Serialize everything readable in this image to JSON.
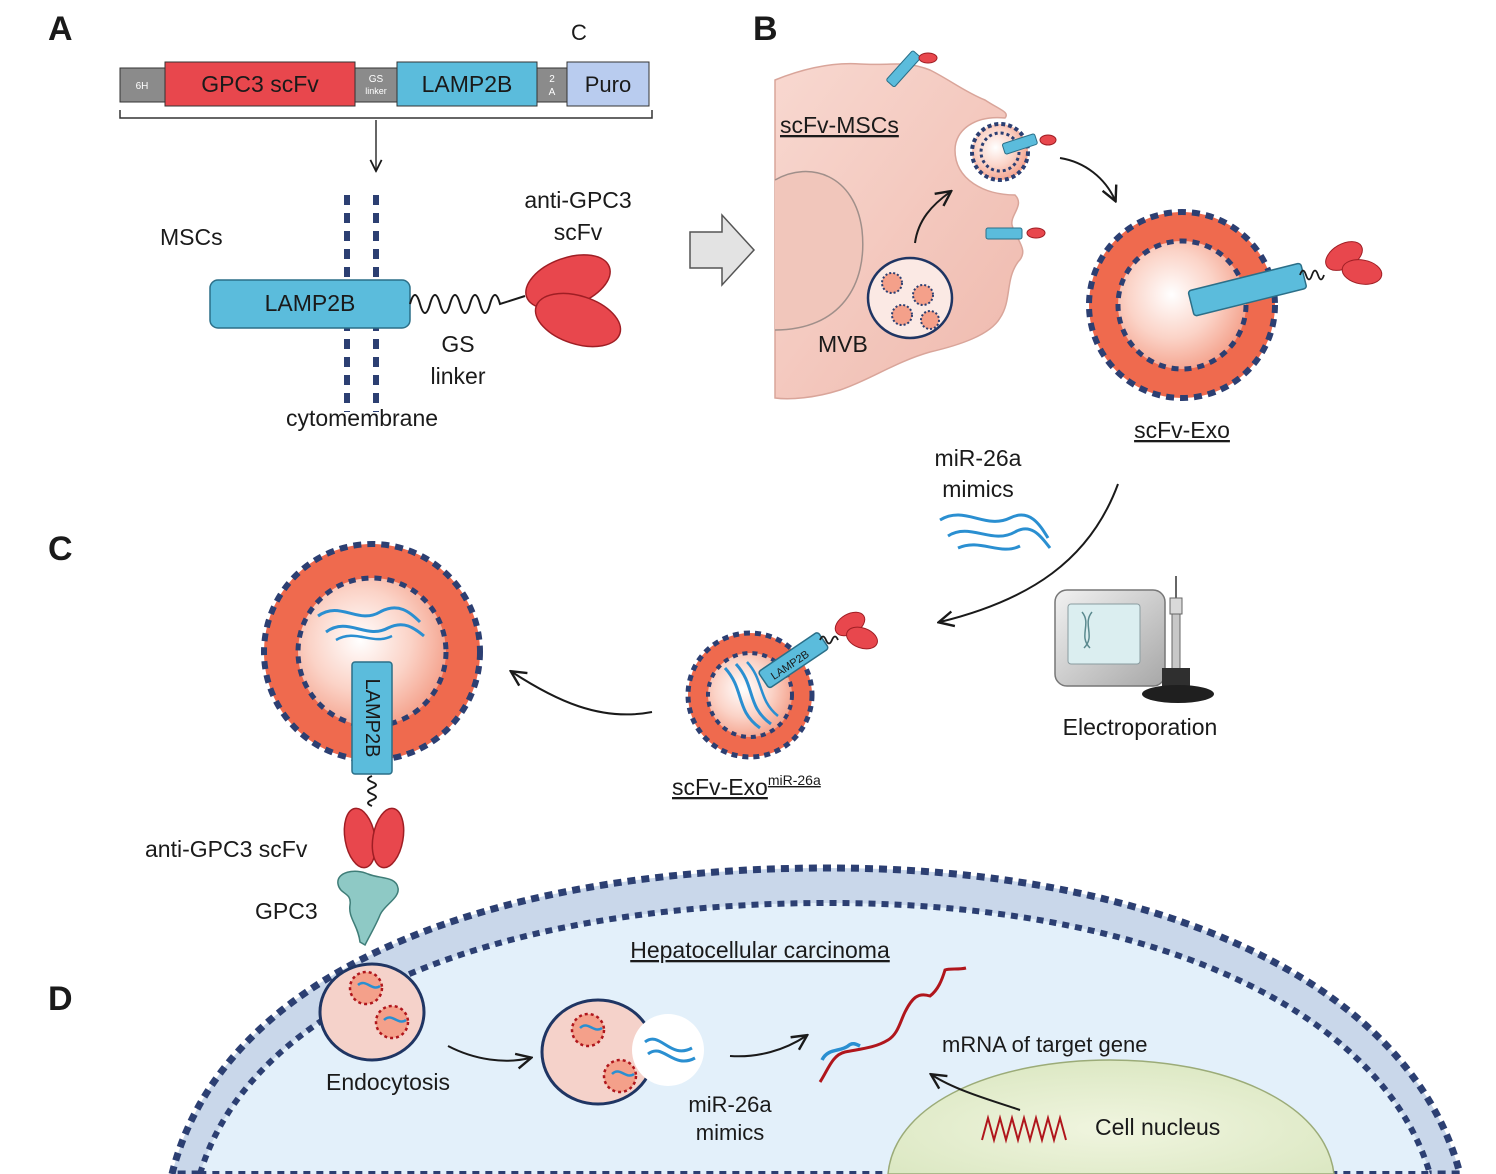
{
  "panels": {
    "a": "A",
    "b": "B",
    "c": "C",
    "d": "D"
  },
  "construct": {
    "tag_6h": "6H",
    "gpc3_scfv": "GPC3 scFv",
    "gs_linker_1": "GS",
    "gs_linker_2": "linker",
    "lamp2b": "LAMP2B",
    "t2a_1": "2",
    "t2a_2": "A",
    "puro": "Puro",
    "c_terminal": "C"
  },
  "panel_a": {
    "mscs": "MSCs",
    "lamp2b": "LAMP2B",
    "anti_gpc3_1": "anti-GPC3",
    "anti_gpc3_2": "scFv",
    "gs_1": "GS",
    "gs_2": "linker",
    "cytomembrane": "cytomembrane"
  },
  "panel_b": {
    "scfv_mscs": "scFv-MSCs",
    "mvb": "MVB",
    "scfv_exo": "scFv-Exo",
    "mir_1": "miR-26a",
    "mir_2": "mimics",
    "electroporation": "Electroporation"
  },
  "panel_c": {
    "lamp2b_small": "LAMP2B",
    "exo_mir": "scFv-Exo",
    "exo_mir_sup": "miR-26a",
    "lamp2b_vertical": "LAMP2B",
    "anti_gpc3_scfv": "anti-GPC3 scFv",
    "gpc3": "GPC3"
  },
  "panel_d": {
    "hcc": "Hepatocellular carcinoma",
    "endocytosis": "Endocytosis",
    "mir_1": "miR-26a",
    "mir_2": "mimics",
    "mrna": "mRNA of target gene",
    "nucleus": "Cell nucleus"
  },
  "colors": {
    "scfv_red": "#e8474d",
    "lamp2b_blue": "#5bbcdc",
    "exo_orange": "#ef6a4e",
    "membrane_navy": "#2c3f72",
    "cell_pink": "#f5cfc6",
    "hcc_blue": "#dfeef8",
    "mrna_red": "#b0161c"
  }
}
